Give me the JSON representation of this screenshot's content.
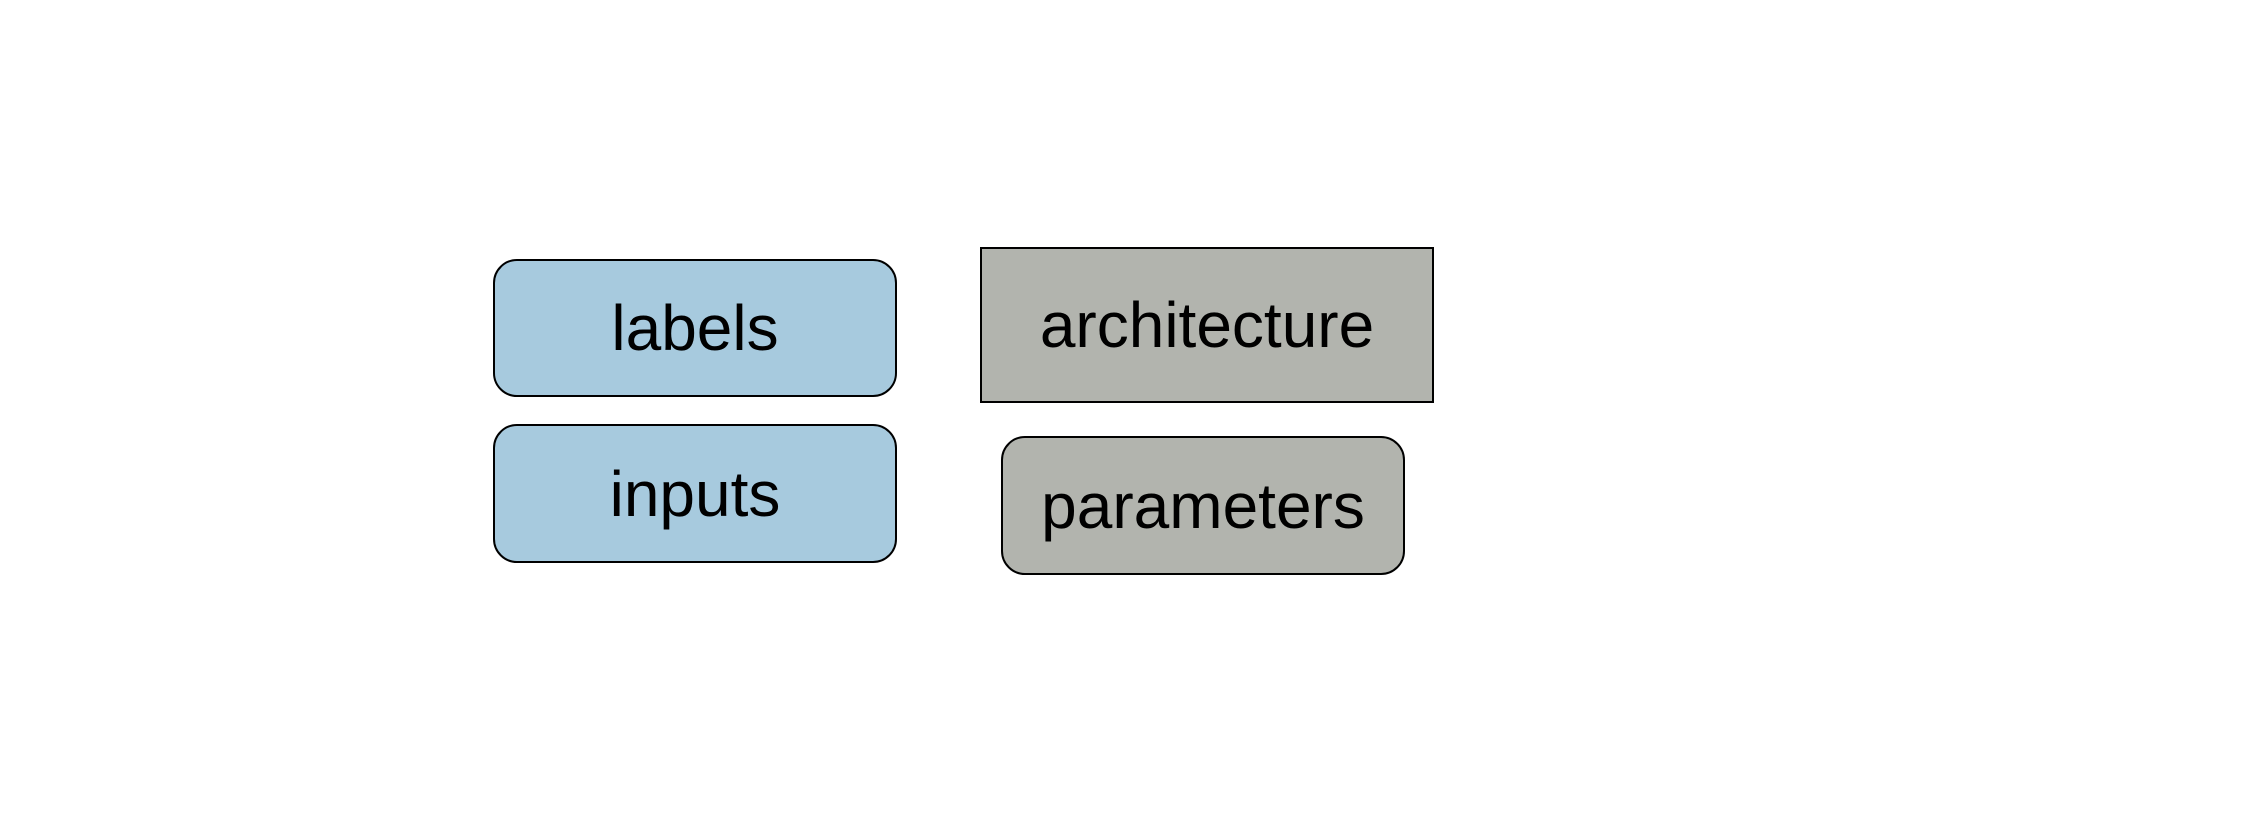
{
  "diagram": {
    "nodes": [
      {
        "id": "labels",
        "label": "labels",
        "fill": "#a7cade",
        "shape": "rounded-rectangle",
        "group": "data"
      },
      {
        "id": "inputs",
        "label": "inputs",
        "fill": "#a7cade",
        "shape": "rounded-rectangle",
        "group": "data"
      },
      {
        "id": "architecture",
        "label": "architecture",
        "fill": "#b2b4ae",
        "shape": "rectangle",
        "group": "model"
      },
      {
        "id": "parameters",
        "label": "parameters",
        "fill": "#b2b4ae",
        "shape": "rounded-rectangle",
        "group": "model"
      }
    ],
    "colors": {
      "background": "#ffffff",
      "border": "#000000",
      "text": "#000000"
    }
  }
}
